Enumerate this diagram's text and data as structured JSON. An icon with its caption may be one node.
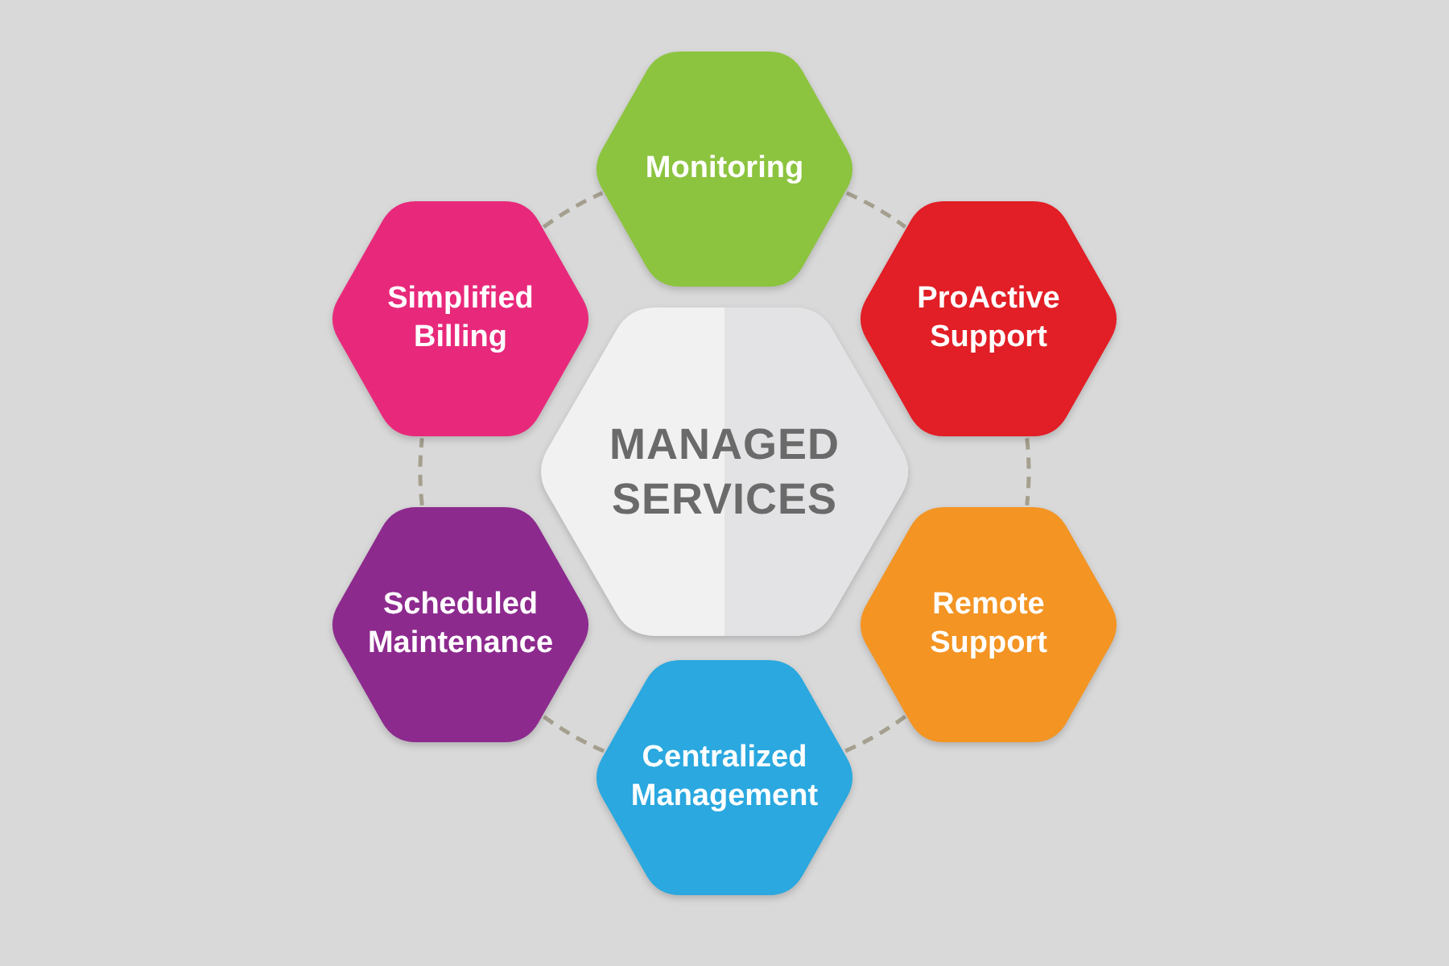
{
  "diagram": {
    "nodes": [
      {
        "text": [
          "Monitoring"
        ]
      },
      {
        "text": [
          "Simplified Billing"
        ]
      },
      {
        "text": [
          "ProActive Support"
        ]
      },
      {
        "text": [
          "MANAGED SERVICES"
        ]
      },
      {
        "text": [
          "Scheduled Maintenance"
        ]
      },
      {
        "text": [
          "Remote Support"
        ]
      },
      {
        "text": [
          "Centralized Management"
        ]
      }
    ],
    "edges": [
      {
        "from": 0,
        "to": 2,
        "arrow": "none",
        "style": "dashed"
      },
      {
        "from": 2,
        "to": 5,
        "arrow": "none",
        "style": "dashed"
      },
      {
        "from": 5,
        "to": 6,
        "arrow": "none",
        "style": "dashed"
      },
      {
        "from": 6,
        "to": 4,
        "arrow": "none",
        "style": "dashed"
      },
      {
        "from": 4,
        "to": 1,
        "arrow": "none",
        "style": "dashed"
      },
      {
        "from": 1,
        "to": 0,
        "arrow": "none",
        "style": "dashed"
      }
    ]
  }
}
